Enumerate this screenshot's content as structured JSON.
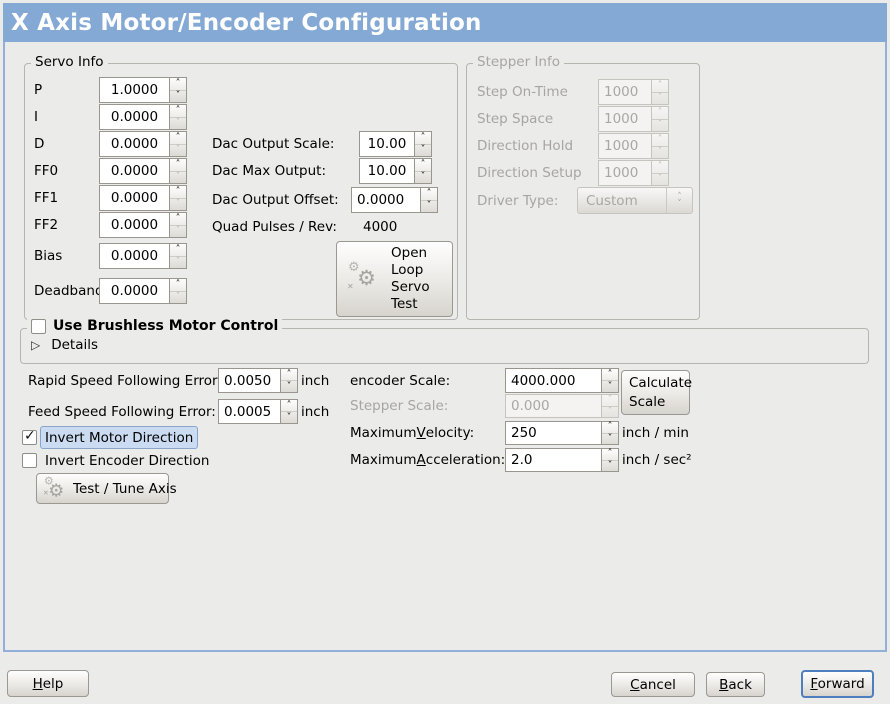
{
  "window": {
    "title": "X Axis Motor/Encoder Configuration"
  },
  "servo": {
    "legend": "Servo Info",
    "rows": [
      {
        "label": "P",
        "value": "1.0000"
      },
      {
        "label": "I",
        "value": "0.0000"
      },
      {
        "label": "D",
        "value": "0.0000"
      },
      {
        "label": "FF0",
        "value": "0.0000"
      },
      {
        "label": "FF1",
        "value": "0.0000"
      },
      {
        "label": "FF2",
        "value": "0.0000"
      },
      {
        "label": "Bias",
        "value": "0.0000"
      },
      {
        "label": "Deadband",
        "value": "0.0000"
      }
    ],
    "dac_scale_label": "Dac Output Scale:",
    "dac_scale_value": "10.00",
    "dac_max_label": "Dac Max Output:",
    "dac_max_value": "10.00",
    "dac_offset_label": "Dac Output Offset:",
    "dac_offset_value": "0.0000",
    "quad_label": "Quad Pulses / Rev:",
    "quad_value": "4000",
    "open_loop_lines": {
      "0": "Open",
      "1": "Loop",
      "2": "Servo",
      "3": "Test"
    }
  },
  "stepper": {
    "legend": "Stepper Info",
    "rows": [
      {
        "label": "Step On-Time",
        "value": "1000"
      },
      {
        "label": "Step Space",
        "value": "1000"
      },
      {
        "label": "Direction Hold",
        "value": "1000"
      },
      {
        "label": "Direction Setup",
        "value": "1000"
      }
    ],
    "driver_label": "Driver Type:",
    "driver_value": "Custom"
  },
  "brushless": {
    "label": "Use Brushless Motor Control",
    "checked": false,
    "details": "Details"
  },
  "left": {
    "rapid_label": "Rapid Speed Following Error:",
    "rapid_value": "0.0050",
    "rapid_unit": "inch",
    "feed_label": "Feed Speed Following Error:",
    "feed_value": "0.0005",
    "feed_unit": "inch",
    "invert_motor": "Invert Motor Direction",
    "invert_motor_checked": true,
    "invert_encoder": "Invert Encoder Direction",
    "invert_encoder_checked": false,
    "test_tune": "Test / Tune Axis"
  },
  "right": {
    "encoder_label": "encoder Scale:",
    "encoder_value": "4000.000",
    "calc_line1": "Calculate",
    "calc_line2": "Scale",
    "stepper_label": "Stepper Scale:",
    "stepper_value": "0.000",
    "vel_pre": "Maximum ",
    "vel_key": "V",
    "vel_post": "elocity:",
    "vel_value": "250",
    "vel_unit": "inch / min",
    "acc_pre": "Maximum ",
    "acc_key": "A",
    "acc_post": "cceleration:",
    "acc_value": "2.0",
    "acc_unit": "inch / sec²"
  },
  "actions": {
    "help_key": "H",
    "help_post": "elp",
    "cancel_key": "C",
    "cancel_post": "ancel",
    "back_key": "B",
    "back_post": "ack",
    "forward_key": "F",
    "forward_post": "orward"
  },
  "colors": {
    "titlebar": "#85a9d5",
    "window_border": "#92afd7",
    "background": "#ebebea",
    "focus_highlight": "#cbdcf2"
  }
}
